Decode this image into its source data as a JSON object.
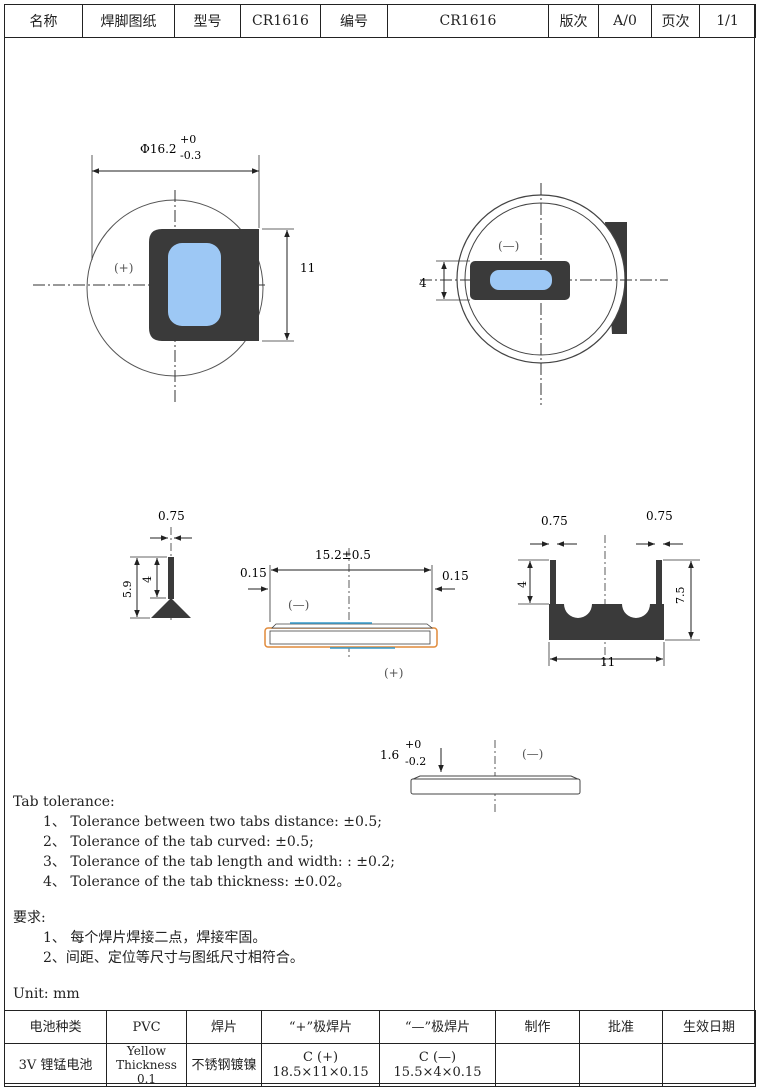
{
  "header": {
    "name_label": "名称",
    "name_value": "焊脚图纸",
    "model_label": "型号",
    "model_value": "CR1616",
    "number_label": "编号",
    "number_value": "CR1616",
    "version_label": "版次",
    "version_value": "A/0",
    "page_label": "页次",
    "page_value": "1/1"
  },
  "top_left": {
    "diameter_label": "Φ16.2",
    "tol_plus": "+0",
    "tol_minus": "-0.3",
    "height_label": "11",
    "polarity": "(+)"
  },
  "top_right": {
    "width_label": "4",
    "polarity": "(—)"
  },
  "side_left": {
    "width_label": "0.75",
    "outer_height": "5.9",
    "inner_height": "4"
  },
  "side_mid": {
    "length_label": "15.2±0.5",
    "left_offset": "0.15",
    "right_offset": "0.15",
    "top_polarity": "(—)",
    "bottom_polarity": "(+)"
  },
  "side_right": {
    "left_width": "0.75",
    "right_width": "0.75",
    "left_height": "4",
    "right_height": "7.5",
    "bottom_width": "11"
  },
  "thickness": {
    "value": "1.6",
    "tol_plus": "+0",
    "tol_minus": "-0.2",
    "polarity": "(—)"
  },
  "notes": {
    "tab_title": "Tab tolerance:",
    "tab_items": [
      "1、 Tolerance between two tabs distance: ±0.5;",
      "2、 Tolerance of the tab curved: ±0.5;",
      "3、 Tolerance of the tab length and width: : ±0.2;",
      "4、 Tolerance of the tab thickness: ±0.02。"
    ],
    "req_title": "要求:",
    "req_items": [
      "1、 每个焊片焊接二点，焊接牢固。",
      "2、间距、定位等尺寸与图纸尺寸相符合。"
    ],
    "unit": "Unit: mm"
  },
  "footer": {
    "headers": [
      "电池种类",
      "PVC",
      "焊片",
      "“+”极焊片",
      "“—”极焊片",
      "制作",
      "批准",
      "生效日期"
    ],
    "battery_type": "3V 锂锰电池",
    "pvc_line1": "Yellow",
    "pvc_line2": "Thickness",
    "pvc_line3": "0.1",
    "tab_material": "不锈钢镀镍",
    "plus_line1": "C (+)",
    "plus_line2": "18.5×11×0.15",
    "minus_line1": "C (—)",
    "minus_line2": "15.5×4×0.15"
  },
  "colors": {
    "tab": "#3a3a3a",
    "window": "#9dc8f5"
  }
}
